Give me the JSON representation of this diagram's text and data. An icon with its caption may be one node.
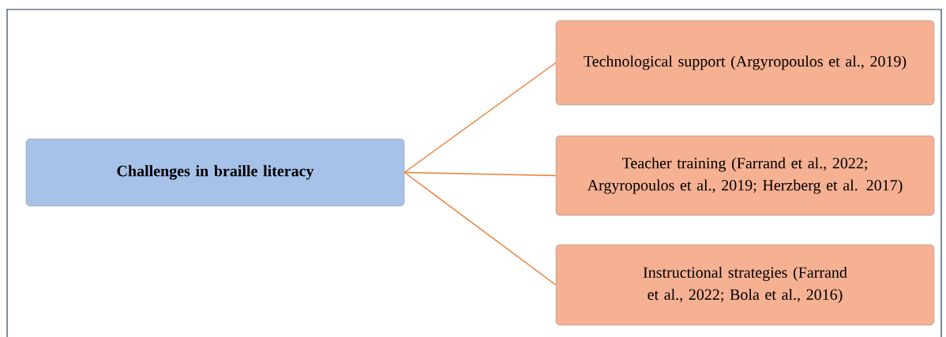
{
  "diagram": {
    "nodes": [
      {
        "text": [
          "Challenges in braille literacy"
        ]
      },
      {
        "text": [
          "Technological support (Argyropoulos et al., 2019)"
        ]
      },
      {
        "text": [
          "Teacher training (Farrand et al., 2022; Argyropoulos et al., 2019; Herzberg et al. 2017)"
        ]
      },
      {
        "text": [
          "Instructional strategies (Farrand et al., 2022; Bola et al., 2016)"
        ]
      }
    ],
    "edges": [
      {
        "from": 0,
        "to": 1,
        "arrow": "none"
      },
      {
        "from": 0,
        "to": 2,
        "arrow": "none"
      },
      {
        "from": 0,
        "to": 3,
        "arrow": "none"
      }
    ]
  }
}
